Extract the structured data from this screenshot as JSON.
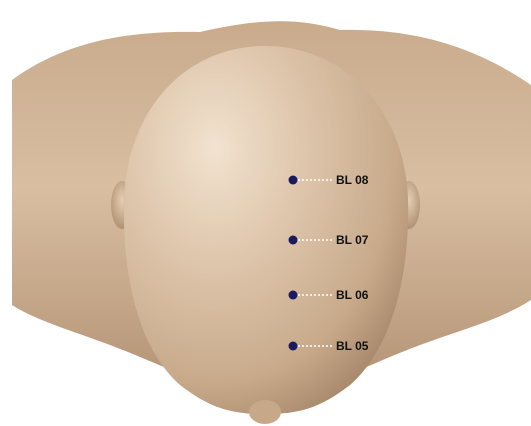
{
  "figure": {
    "points": [
      {
        "label": "BL 08"
      },
      {
        "label": "BL 07"
      },
      {
        "label": "BL 06"
      },
      {
        "label": "BL 05"
      }
    ]
  },
  "colors": {
    "skin_light": "#e8d3bd",
    "skin_mid": "#cfb293",
    "skin_dark": "#9b7b5e",
    "point": "#1a1a5e",
    "leader": "#ffffff"
  }
}
